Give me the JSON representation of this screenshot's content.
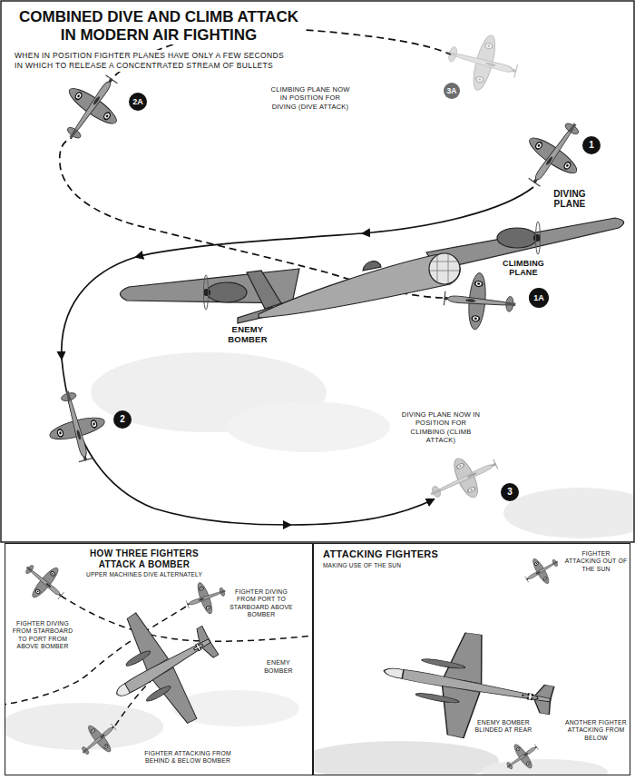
{
  "diagram": {
    "title": "COMBINED DIVE AND CLIMB ATTACK IN MODERN AIR FIGHTING",
    "nodes": [
      {
        "text": [
          "HOW THREE FIGHTERS ATTACK A BOMBER",
          "UPPER MACHINES DIVE ALTERNATELY"
        ]
      },
      {
        "text": [
          "ATTACKING FIGHTERS",
          "MAKING USE OF THE SUN"
        ]
      }
    ],
    "labels": [
      "WHEN IN POSITION FIGHTER PLANES HAVE ONLY A FEW SECONDS IN WHICH TO RELEASE A CONCENTRATED STREAM OF BULLETS",
      "CLIMBING PLANE NOW IN POSITION FOR DIVING (DIVE ATTACK)",
      "3A",
      "2A",
      "1",
      "DIVING PLANE",
      "ENEMY BOMBER",
      "CLIMBING PLANE",
      "1A",
      "2",
      "DIVING PLANE NOW IN POSITION FOR CLIMBING (CLIMB ATTACK)",
      "3",
      "FIGHTER DIVING FROM STARBOARD TO PORT FROM ABOVE BOMBER",
      "FIGHTER DIVING FROM PORT TO STARBOARD ABOVE BOMBER",
      "ENEMY BOMBER",
      "FIGHTER ATTACKING FROM BEHIND & BELOW BOMBER",
      "FIGHTER ATTACKING OUT OF THE SUN",
      "ENEMY BOMBER BLINDED AT REAR",
      "ANOTHER FIGHTER ATTACKING FROM BELOW"
    ]
  }
}
